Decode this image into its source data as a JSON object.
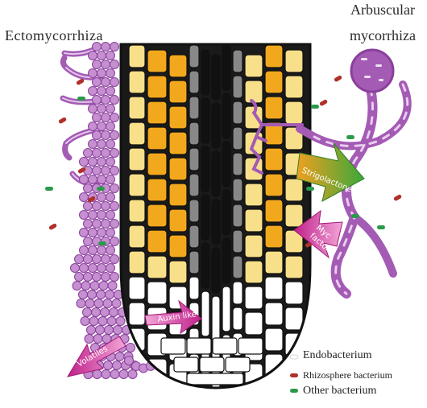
{
  "titles": {
    "ectomycorrhiza": "Ectomycorrhiza",
    "arbuscular_line1": "Arbuscular",
    "arbuscular_line2": "mycorrhiza"
  },
  "arrows": {
    "strigolactones": "Strigolactones",
    "myc_factor_line1": "Myc",
    "myc_factor_line2": "factor",
    "auxin_like": "Auxin like",
    "volatiles": "Volatiles"
  },
  "legend": [
    {
      "label": "Endobacterium",
      "color": "#ffffff"
    },
    {
      "label": "Rhizosphere bacterium",
      "color": "#b0302a"
    },
    {
      "label": "Other bacterium",
      "color": "#2a9a4a"
    }
  ],
  "colors": {
    "fungus_purple": "#a45bb4",
    "fungus_light": "#c58fd0",
    "cortex_orange": "#f2a81d",
    "cortex_pale": "#f8e08a",
    "stele_black": "#111111",
    "arrow_green": "#49b03a",
    "arrow_magenta": "#d23a9a"
  }
}
